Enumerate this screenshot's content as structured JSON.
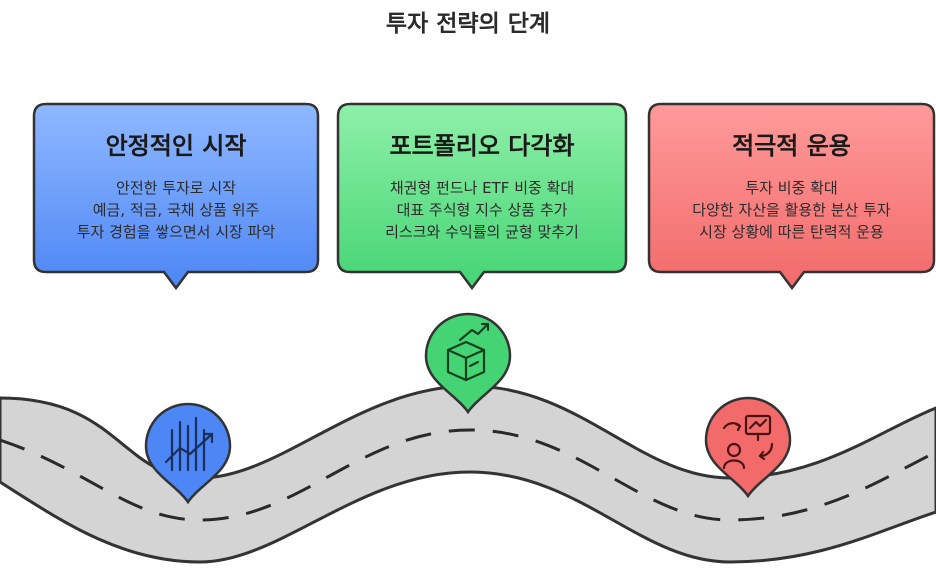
{
  "title": "투자 전략의 단계",
  "stages": [
    {
      "title": "안정적인 시작",
      "lines": [
        "안전한 투자로 시작",
        "예금, 적금, 국채 상품 위주",
        "투자 경험을 쌓으면서 시장 파악"
      ],
      "color_top": "#8fb8ff",
      "color_bottom": "#4d86f5",
      "icon": "growth-chart-icon"
    },
    {
      "title": "포트폴리오 다각화",
      "lines": [
        "채권형 펀드나 ETF 비중 확대",
        "대표 주식형 지수 상품 추가",
        "리스크와 수익률의 균형 맞추기"
      ],
      "color_top": "#8ff0a8",
      "color_bottom": "#45d474",
      "icon": "box-growth-icon"
    },
    {
      "title": "적극적 운용",
      "lines": [
        "투자 비중 확대",
        "다양한 자산을 활용한 분산 투자",
        "시장 상황에 따른 탄력적 운용"
      ],
      "color_top": "#ff9a9a",
      "color_bottom": "#f26a6a",
      "icon": "investor-strategy-icon"
    }
  ]
}
